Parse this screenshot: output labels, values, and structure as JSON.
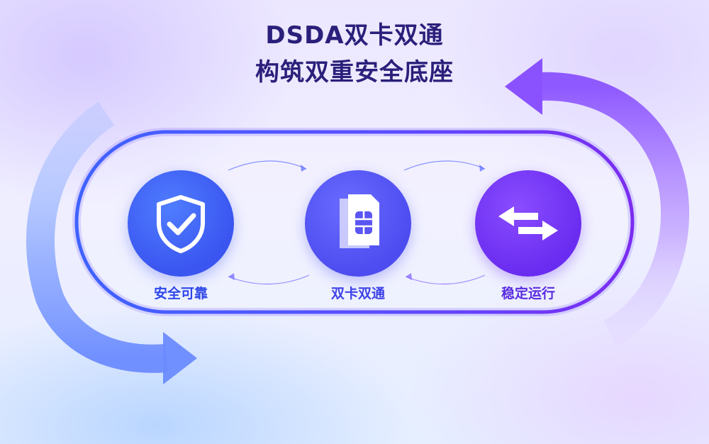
{
  "headline": {
    "line1": "DSDA双卡双通",
    "line2": "构筑双重安全底座"
  },
  "nodes": [
    {
      "label": "安全可靠",
      "icon": "shield-check-icon",
      "color": "#3a55f0"
    },
    {
      "label": "双卡双通",
      "icon": "sim-cards-icon",
      "color": "#4d4cf0"
    },
    {
      "label": "稳定运行",
      "icon": "swap-arrows-icon",
      "color": "#6a2cf0"
    }
  ],
  "colors": {
    "title": "#2a1f7a",
    "loop_start": "#3f63ff",
    "loop_end": "#7b2cf0"
  }
}
